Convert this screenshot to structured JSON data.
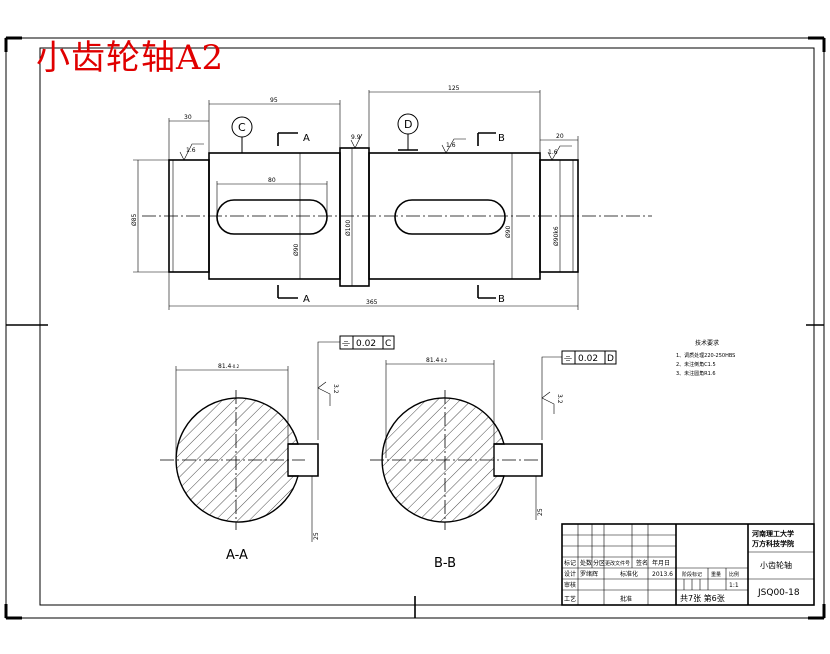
{
  "title": "小齿轮轴A2",
  "shaft": {
    "dims": {
      "d30": "30",
      "d95": "95",
      "d125": "125",
      "d20": "20",
      "d9": "9.9",
      "d80": "80",
      "total": "365",
      "phi85": "Ø85",
      "phi90a": "Ø90",
      "phi100": "Ø100",
      "phi90b": "Ø90",
      "phi90c": "Ø90",
      "phi90_suffix": "k6"
    },
    "roughness": [
      "1.6",
      "1.6",
      "1.6"
    ],
    "section_marks": [
      "A",
      "A",
      "B",
      "B"
    ],
    "datum_c": "C",
    "datum_d": "D"
  },
  "sections": {
    "a": {
      "label": "A-A",
      "width_dim": "81.4",
      "width_tol": "-0.2",
      "depth_dim": "25",
      "tol_value": "0.02",
      "tol_datum": "C",
      "roughness": "3.2"
    },
    "b": {
      "label": "B-B",
      "width_dim": "81.4",
      "width_tol": "-0.2",
      "depth_dim": "25",
      "tol_value": "0.02",
      "tol_datum": "D",
      "roughness": "3.2"
    }
  },
  "tech_req": {
    "heading": "技术要求",
    "items": [
      "1、调质处理220-250HBS",
      "2、未注倒角C1.5",
      "3、未注圆角R1.6"
    ]
  },
  "title_block": {
    "school_line1": "河南理工大学",
    "school_line2": "万方科技学院",
    "part_name": "小齿轮轴",
    "drawing_no": "JSQ00-18",
    "scale": "1:1",
    "sheets": "共7张  第6张",
    "col_labels": [
      "标记",
      "处数",
      "分区",
      "更改文件号",
      "签名",
      "年月日"
    ],
    "designer_label": "设计",
    "designer_name": "罗绪辉",
    "std_label": "标准化",
    "date": "2013.6",
    "stage_label": "阶段标记",
    "weight_label": "重量",
    "scale_label": "比例",
    "review_label": "审核",
    "process_label": "工艺",
    "approve_label": "批准"
  }
}
